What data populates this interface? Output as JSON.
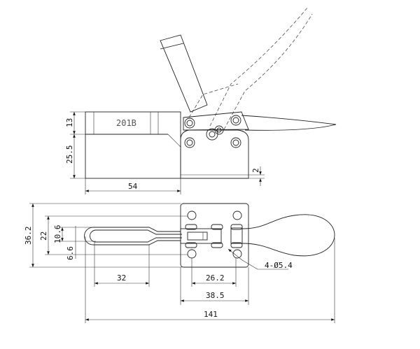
{
  "side_view": {
    "model_label": "201B",
    "dims": {
      "body_height": "13",
      "base_height": "25.5",
      "base_length": "54",
      "plate_thickness": "2"
    }
  },
  "top_view": {
    "dims": {
      "overall_width": "36.2",
      "hole_spacing_y": "22",
      "loop_width": "10.6",
      "offset": "6.6",
      "loop_length": "32",
      "hole_spacing_x": "26.2",
      "plate_length": "38.5",
      "overall_length": "141",
      "holes": "4-Ø5.4"
    }
  }
}
